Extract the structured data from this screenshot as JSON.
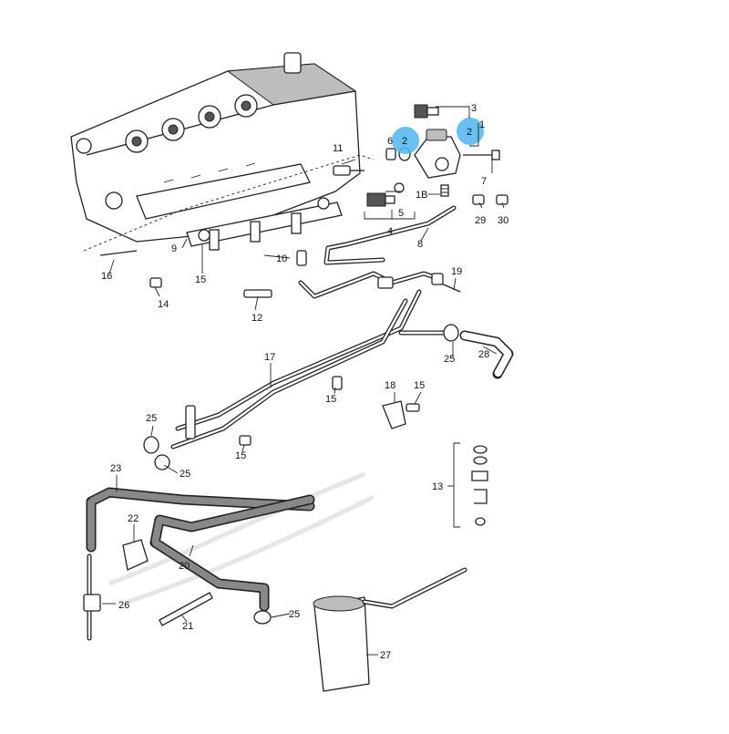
{
  "diagram": {
    "highlight_color": "#4fb6f0",
    "labels": {
      "p1": "1",
      "p2a": "2",
      "p2b": "2",
      "p3": "3",
      "p4": "4",
      "p5": "5",
      "p6": "6",
      "p7": "7",
      "p8": "8",
      "p10": "10",
      "p11": "11",
      "p12": "12",
      "p13": "13",
      "p14": "14",
      "p15a": "15",
      "p15b": "15",
      "p15c": "15",
      "p15d": "15",
      "p16": "16",
      "p17": "17",
      "p18": "18",
      "p19": "19",
      "p1b": "1B",
      "p20": "20",
      "p21": "21",
      "p22": "22",
      "p23": "23",
      "p25a": "25",
      "p25b": "25",
      "p25c": "25",
      "p25d": "25",
      "p26": "26",
      "p27": "27",
      "p28": "28",
      "p29": "29",
      "p30": "30",
      "p9": "9"
    }
  }
}
